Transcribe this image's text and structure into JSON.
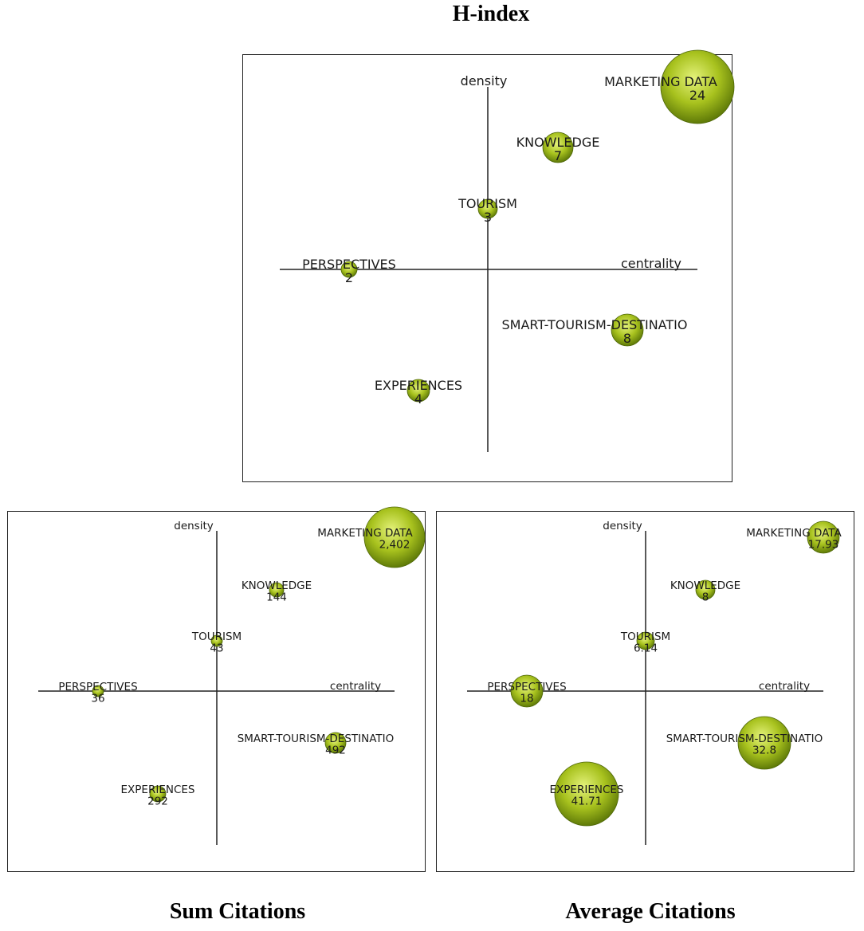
{
  "chart_data": [
    {
      "type": "scatter",
      "title": "H-index",
      "xlabel": "centrality",
      "ylabel": "density",
      "points": [
        {
          "label": "MARKETING DATA",
          "value": "24",
          "size": 24
        },
        {
          "label": "KNOWLEDGE",
          "value": "7",
          "size": 7
        },
        {
          "label": "TOURISM",
          "value": "3",
          "size": 3
        },
        {
          "label": "PERSPECTIVES",
          "value": "2",
          "size": 2
        },
        {
          "label": "SMART-TOURISM-DESTINATIO",
          "value": "8",
          "size": 8
        },
        {
          "label": "EXPERIENCES",
          "value": "4",
          "size": 4
        }
      ]
    },
    {
      "type": "scatter",
      "title": "Sum Citations",
      "xlabel": "centrality",
      "ylabel": "density",
      "points": [
        {
          "label": "MARKETING DATA",
          "value": "2,402",
          "size": 2402
        },
        {
          "label": "KNOWLEDGE",
          "value": "144",
          "size": 144
        },
        {
          "label": "TOURISM",
          "value": "43",
          "size": 43
        },
        {
          "label": "PERSPECTIVES",
          "value": "36",
          "size": 36
        },
        {
          "label": "SMART-TOURISM-DESTINATIO",
          "value": "492",
          "size": 492
        },
        {
          "label": "EXPERIENCES",
          "value": "292",
          "size": 292
        }
      ]
    },
    {
      "type": "scatter",
      "title": "Average Citations",
      "xlabel": "centrality",
      "ylabel": "density",
      "points": [
        {
          "label": "MARKETING DATA",
          "value": "17.93",
          "size": 17.93
        },
        {
          "label": "KNOWLEDGE",
          "value": "8",
          "size": 8
        },
        {
          "label": "TOURISM",
          "value": "6.14",
          "size": 6.14
        },
        {
          "label": "PERSPECTIVES",
          "value": "18",
          "size": 18
        },
        {
          "label": "SMART-TOURISM-DESTINATIO",
          "value": "32.8",
          "size": 32.8
        },
        {
          "label": "EXPERIENCES",
          "value": "41.71",
          "size": 41.71
        }
      ]
    }
  ]
}
